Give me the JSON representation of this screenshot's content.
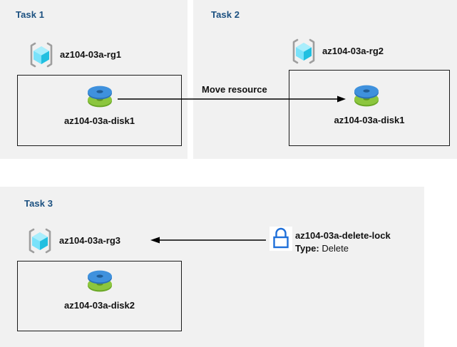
{
  "diagram": {
    "title": "Azure resource group tasks diagram",
    "background_color": "#ffffff",
    "panel_color": "#f1f1f1",
    "heading_color": "#1b5080",
    "accent_blue": "#1e6fd9",
    "disk_blue": "#3b8ede",
    "disk_green": "#7ab629",
    "cube_cyan": "#5ad7f5",
    "bracket_gray": "#9e9e9e"
  },
  "panels": [
    {
      "id": "task1",
      "title": "Task 1",
      "resource_group": {
        "icon": "resource-group-icon",
        "label": "az104-03a-rg1"
      },
      "resource": {
        "icon": "managed-disk-icon",
        "label": "az104-03a-disk1"
      }
    },
    {
      "id": "task2",
      "title": "Task 2",
      "resource_group": {
        "icon": "resource-group-icon",
        "label": "az104-03a-rg2"
      },
      "resource": {
        "icon": "managed-disk-icon",
        "label": "az104-03a-disk1"
      }
    },
    {
      "id": "task3",
      "title": "Task 3",
      "resource_group": {
        "icon": "resource-group-icon",
        "label": "az104-03a-rg3"
      },
      "resource": {
        "icon": "managed-disk-icon",
        "label": "az104-03a-disk2"
      },
      "lock": {
        "icon": "lock-icon",
        "name": "az104-03a-delete-lock",
        "type_label": "Type:",
        "type_value": "Delete"
      }
    }
  ],
  "connectors": [
    {
      "id": "move-resource-arrow",
      "label": "Move resource",
      "direction": "right"
    },
    {
      "id": "lock-applies-arrow",
      "label": "",
      "direction": "left"
    }
  ]
}
